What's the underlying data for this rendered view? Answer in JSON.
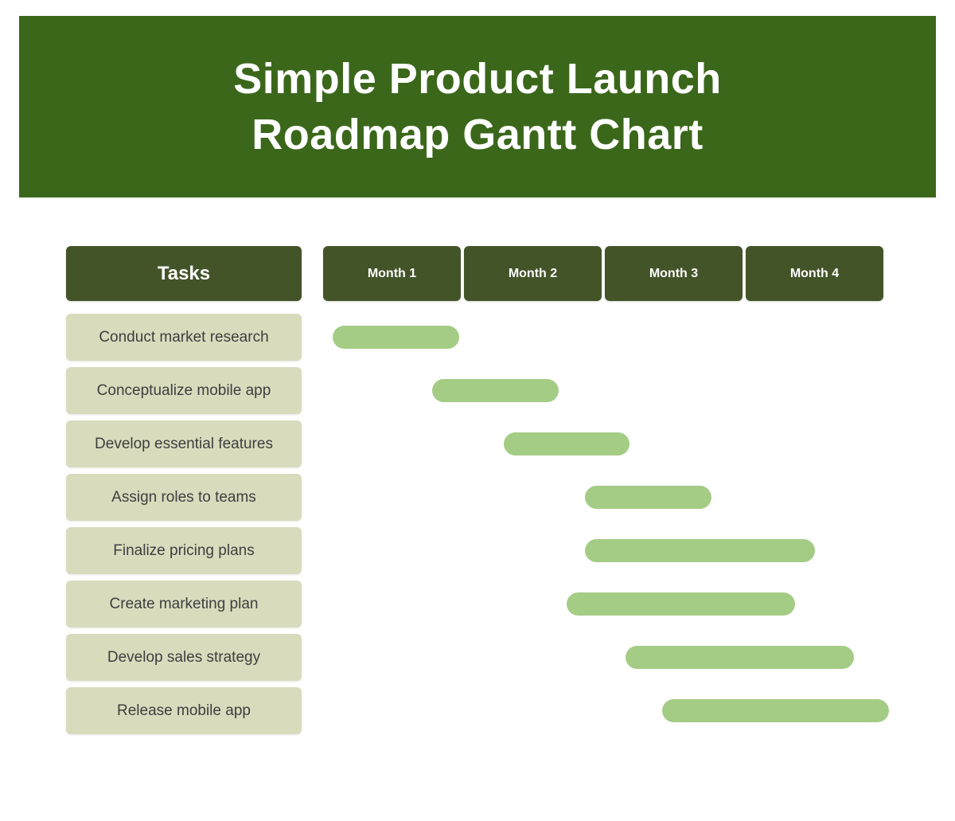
{
  "banner": {
    "title_line1": "Simple Product Launch",
    "title_line2": "Roadmap Gantt Chart"
  },
  "table": {
    "tasks_header": "Tasks"
  },
  "colors": {
    "page_bg": "#ffffff",
    "banner_bg": "#3b671b",
    "banner_text": "#ffffff",
    "header_bg": "#445429",
    "header_text": "#ffffff",
    "task_row_bg": "#d8dcbd",
    "task_text": "#3e3e3e",
    "bar_fill": "#a4cc85"
  },
  "chart_data": {
    "type": "bar",
    "subtype": "gantt-timeline",
    "title": "Simple Product Launch Roadmap Gantt Chart",
    "row_header": "Tasks",
    "column_headers": [
      "Month 1",
      "Month 2",
      "Month 3",
      "Month 4"
    ],
    "x_range_months": [
      0,
      4
    ],
    "grid": false,
    "legend": false,
    "bar_color": "#a4cc85",
    "tasks": [
      {
        "label": "Conduct market research",
        "start_month": 0.07,
        "end_month": 0.97
      },
      {
        "label": "Conceptualize mobile app",
        "start_month": 0.78,
        "end_month": 1.68
      },
      {
        "label": "Develop essential features",
        "start_month": 1.29,
        "end_month": 2.19
      },
      {
        "label": "Assign roles to teams",
        "start_month": 1.87,
        "end_month": 2.77
      },
      {
        "label": "Finalize pricing plans",
        "start_month": 1.87,
        "end_month": 3.51
      },
      {
        "label": "Create marketing plan",
        "start_month": 1.74,
        "end_month": 3.37
      },
      {
        "label": "Develop sales strategy",
        "start_month": 2.16,
        "end_month": 3.79
      },
      {
        "label": "Release mobile app",
        "start_month": 2.42,
        "end_month": 4.04
      }
    ]
  }
}
